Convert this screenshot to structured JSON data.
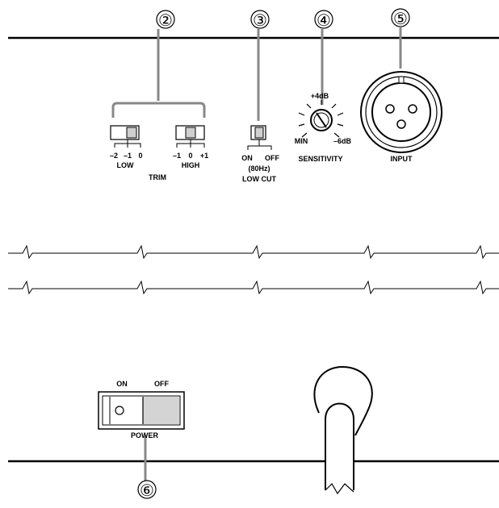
{
  "callouts": {
    "trim": "②",
    "lowcut": "③",
    "sensitivity": "④",
    "input": "⑤",
    "power": "⑥"
  },
  "trim": {
    "low": {
      "ticks": [
        "–2",
        "–1",
        "0"
      ],
      "label": "LOW"
    },
    "high": {
      "ticks": [
        "–1",
        "0",
        "+1"
      ],
      "label": "HIGH"
    },
    "group_label": "TRIM"
  },
  "lowcut": {
    "on": "ON",
    "off": "OFF",
    "freq": "(80Hz)",
    "label": "LOW CUT"
  },
  "sensitivity": {
    "max": "+4dB",
    "min": "MIN",
    "min_db": "–6dB",
    "label": "SENSITIVITY"
  },
  "input": {
    "label": "INPUT"
  },
  "power": {
    "on": "ON",
    "off": "OFF",
    "label": "POWER"
  }
}
